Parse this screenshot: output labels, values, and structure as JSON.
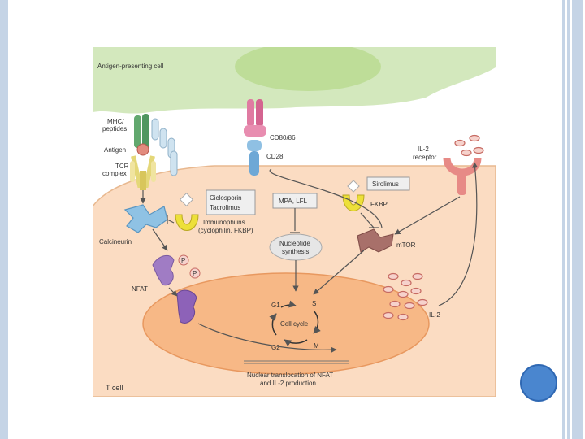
{
  "diagram": {
    "apc_label": "Antigen-presenting cell",
    "tcell_label": "T cell",
    "labels": {
      "mhc_line1": "MHC/",
      "mhc_line2": "peptides",
      "antigen": "Antigen",
      "tcr_line1": "TCR",
      "tcr_line2": "complex",
      "cd80": "CD80/86",
      "cd28": "CD28",
      "il2r_line1": "IL-2",
      "il2r_line2": "receptor",
      "ciclosporin": "Ciclosporin",
      "tacrolimus": "Tacrolimus",
      "immuno_line1": "Immunophilins",
      "immuno_line2": "(cyclophilin, FKBP)",
      "calcineurin": "Calcineurin",
      "nfat": "NFAT",
      "p": "P",
      "mpa": "MPA, LFL",
      "nucleotide_line1": "Nucleotide",
      "nucleotide_line2": "synthesis",
      "sirolimus": "Sirolimus",
      "fkbp": "FKBP",
      "mtor": "mTOR",
      "g1": "G1",
      "s": "S",
      "g2": "G2",
      "m": "M",
      "cell_cycle": "Cell cycle",
      "il2": "IL-2",
      "nuclear_line1": "Nuclear translocation of NFAT",
      "nuclear_line2": "and IL-2 production"
    },
    "colors": {
      "apc": "#d3e8bd",
      "tcell": "#fbdcc2",
      "nucleus": "#f7b886",
      "calcineurin": "#8fc2e4",
      "nfat": "#a07cc4",
      "mtor": "#a8706a",
      "immunophilin": "#ede03a",
      "mhc": "#62a86e",
      "tcr": "#e4d778",
      "cd80": "#e07ba2",
      "cd28": "#8fc0e3",
      "il2": "#e78a86"
    }
  }
}
